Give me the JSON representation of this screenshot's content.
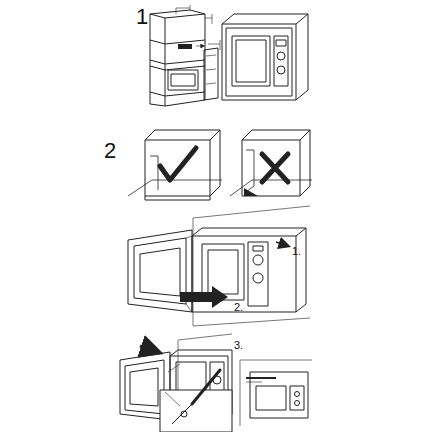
{
  "diagram": {
    "labels": [
      "1",
      "2",
      "1.",
      "2.",
      "3."
    ]
  }
}
